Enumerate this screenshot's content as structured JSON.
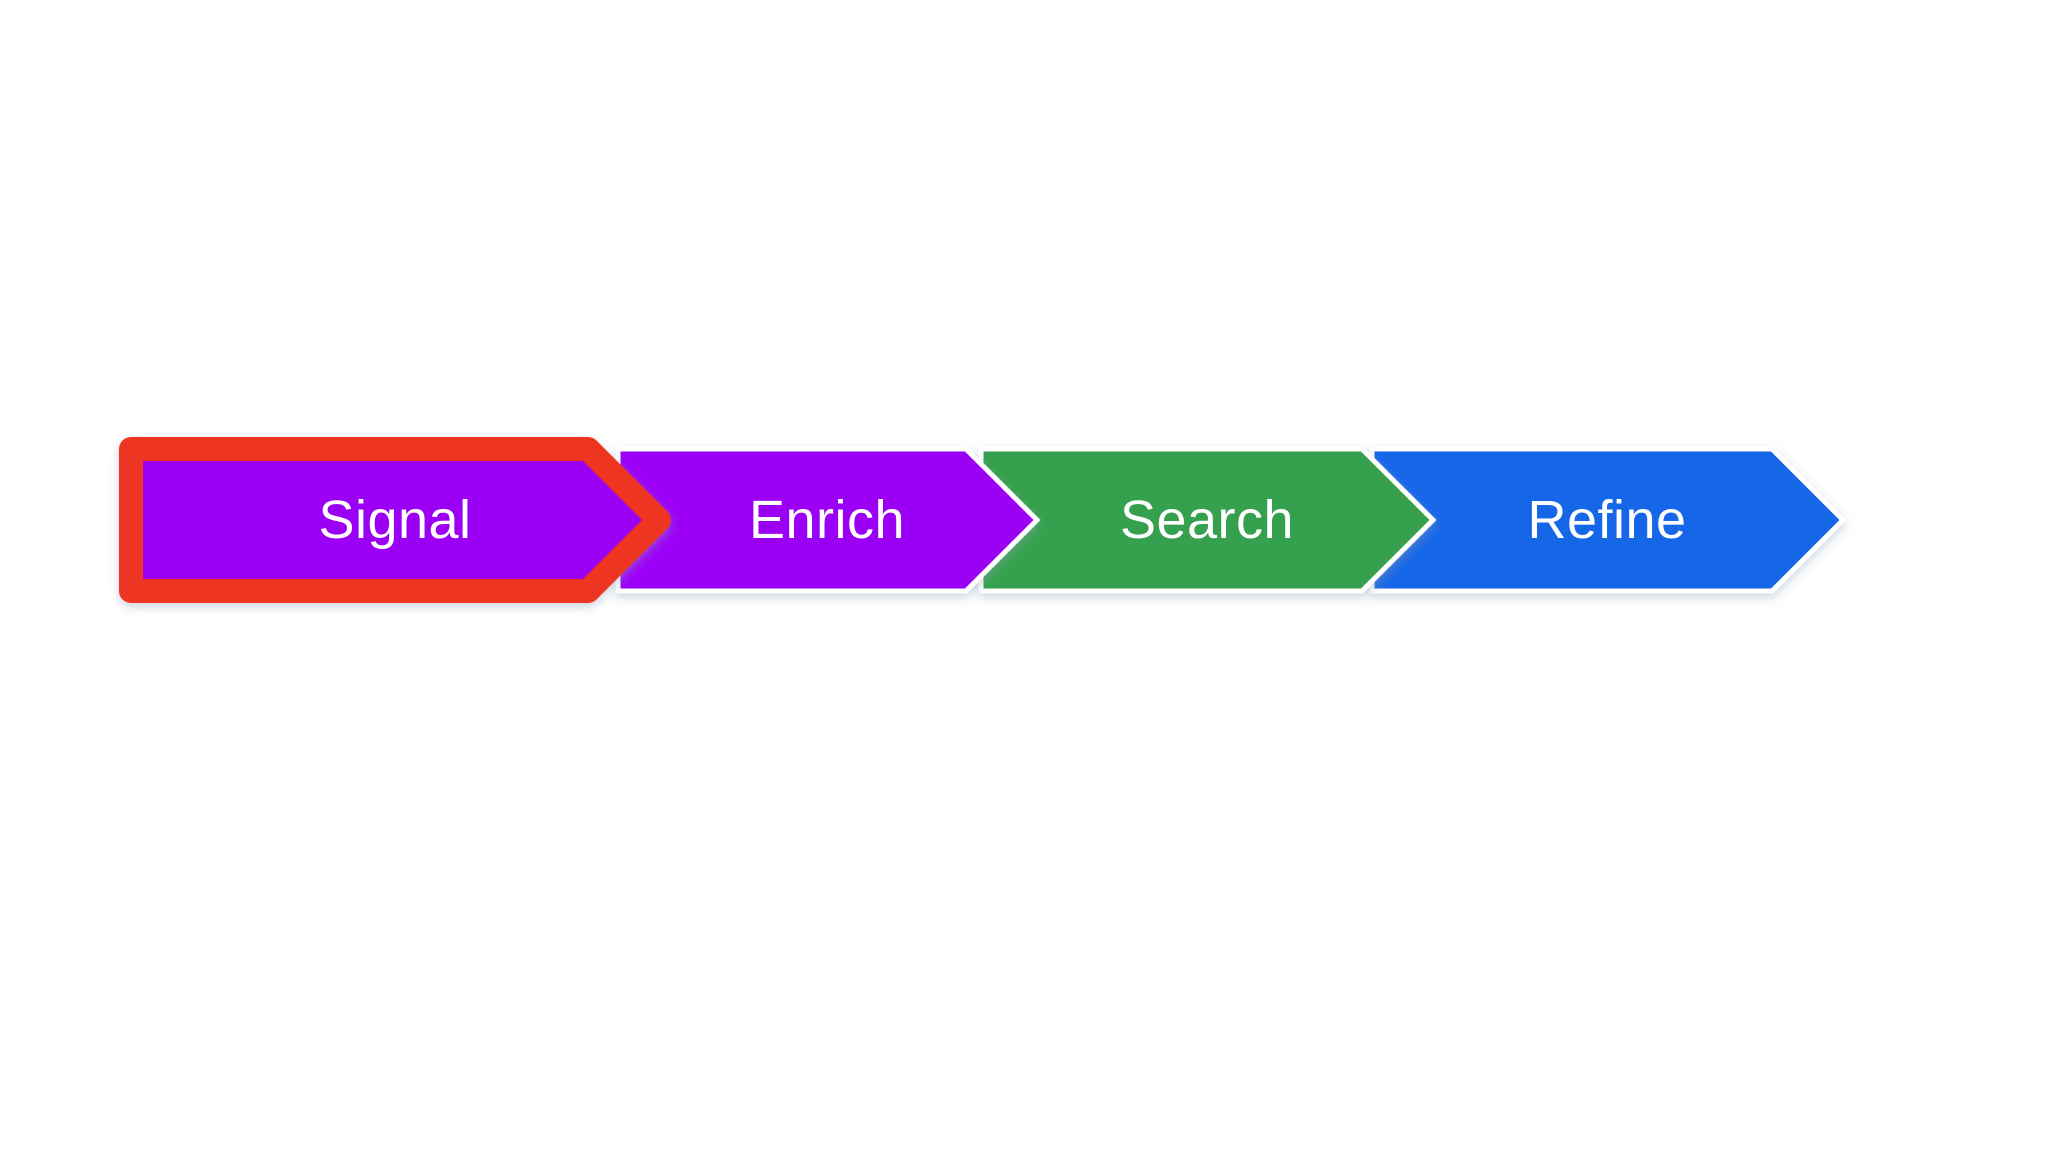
{
  "diagram": {
    "type": "process-flow-chevrons",
    "background": "#ffffff",
    "separator_color": "#ffffff",
    "text_color": "#ffffff",
    "highlight_color": "#ee3524",
    "highlighted_step": "Signal",
    "steps": [
      {
        "label": "Signal",
        "fill": "#9b00f5",
        "highlighted": true
      },
      {
        "label": "Enrich",
        "fill": "#9b00f5",
        "highlighted": false
      },
      {
        "label": "Search",
        "fill": "#34a04e",
        "highlighted": false
      },
      {
        "label": "Refine",
        "fill": "#1766e8",
        "highlighted": false
      }
    ]
  }
}
